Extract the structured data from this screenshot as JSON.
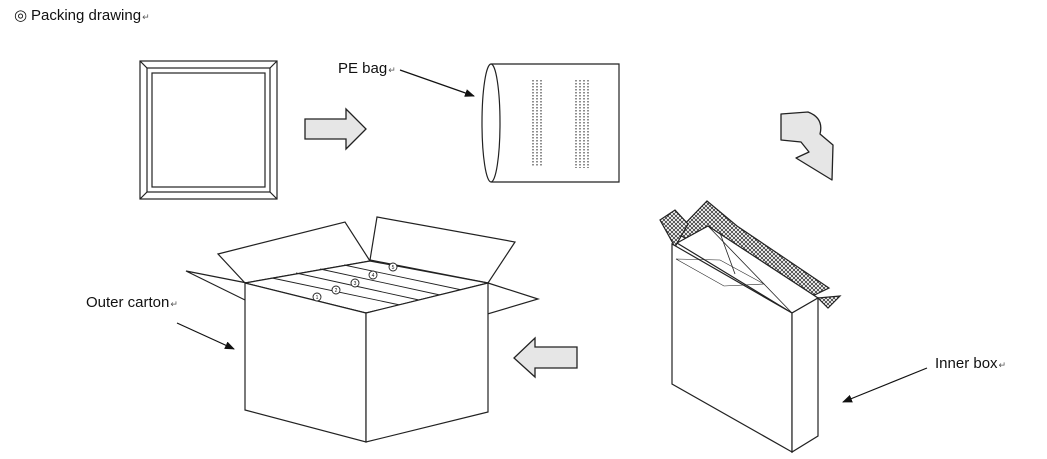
{
  "title": {
    "icon": "double-circle-icon",
    "glyph": "◎",
    "text": "Packing drawing",
    "mark": "↵"
  },
  "labels": {
    "pe_bag": {
      "text": "PE bag",
      "mark": "↵"
    },
    "outer_carton": {
      "text": "Outer carton",
      "mark": "↵"
    },
    "inner_box": {
      "text": "Inner box",
      "mark": "↵"
    }
  },
  "carton_numbers": [
    "1",
    "2",
    "3",
    "4",
    "5"
  ],
  "colors": {
    "line": "#222222",
    "arrow_fill": "#e6e6e6"
  }
}
